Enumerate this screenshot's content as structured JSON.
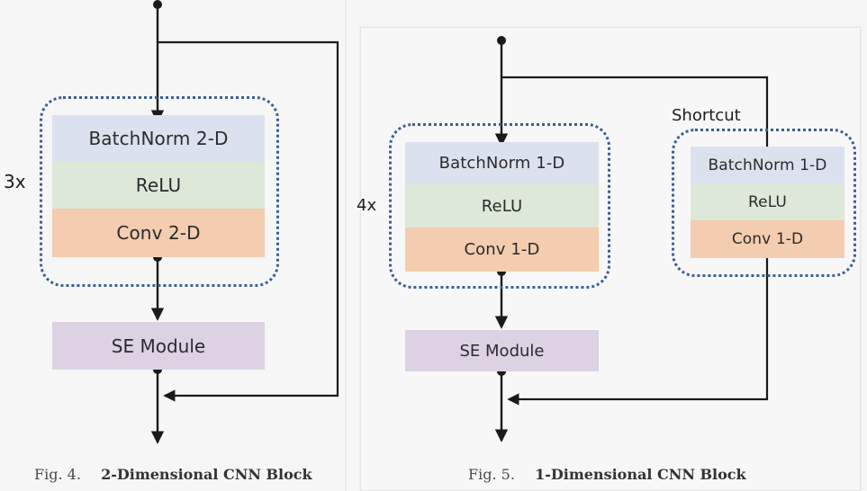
{
  "figures": [
    {
      "id": "fig4",
      "multiplier": "3x",
      "block_layers": [
        {
          "label": "BatchNorm 2-D",
          "color": "#dce1ef"
        },
        {
          "label": "ReLU",
          "color": "#dde8d9"
        },
        {
          "label": "Conv 2-D",
          "color": "#f4ccb0"
        }
      ],
      "se_label": "SE Module",
      "caption_number": "Fig. 4.",
      "caption_title": "2-Dimensional CNN Block",
      "has_shortcut_block": false,
      "residual": true
    },
    {
      "id": "fig5",
      "multiplier": "4x",
      "block_layers": [
        {
          "label": "BatchNorm 1-D",
          "color": "#dce1ef"
        },
        {
          "label": "ReLU",
          "color": "#dde8d9"
        },
        {
          "label": "Conv 1-D",
          "color": "#f4ccb0"
        }
      ],
      "se_label": "SE Module",
      "shortcut_label": "Shortcut",
      "shortcut_layers": [
        {
          "label": "BatchNorm 1-D",
          "color": "#dce1ef"
        },
        {
          "label": "ReLU",
          "color": "#dde8d9"
        },
        {
          "label": "Conv 1-D",
          "color": "#f4ccb0"
        }
      ],
      "caption_number": "Fig. 5.",
      "caption_title": "1-Dimensional CNN Block",
      "has_shortcut_block": true,
      "residual": true
    }
  ],
  "colors": {
    "batchnorm": "#dce1ef",
    "relu": "#dde8d9",
    "conv": "#f4ccb0",
    "se_module": "#ddd2e4",
    "dotted_border": "#3b5f98",
    "wire": "#1a1a1a",
    "page_background": "#f6f6f6",
    "panel_background": "#f7f7f7"
  }
}
